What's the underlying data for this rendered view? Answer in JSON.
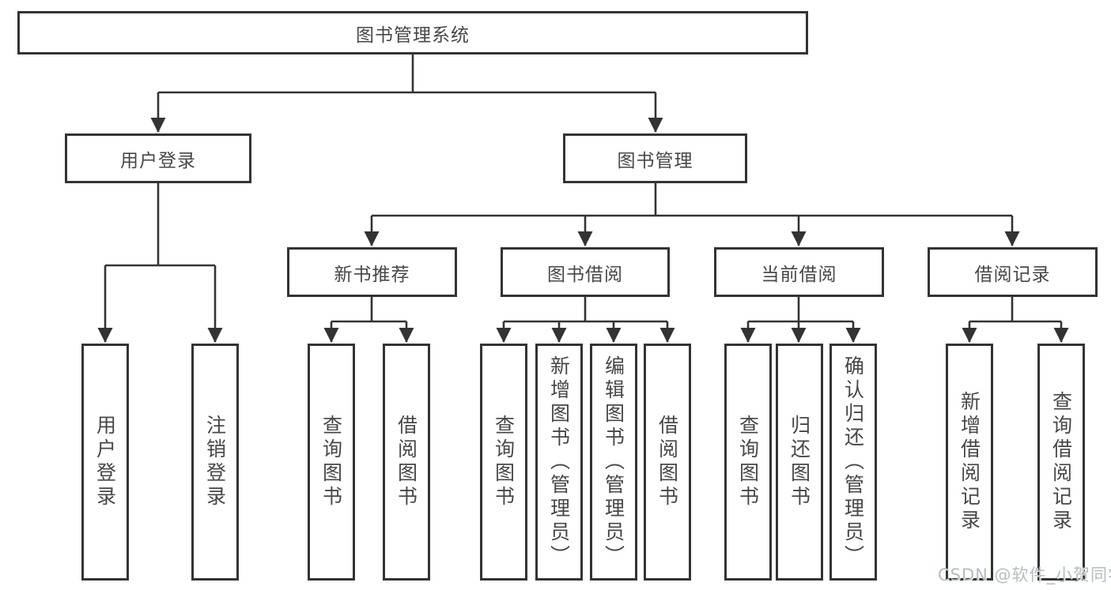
{
  "colors": {
    "line": "#333333",
    "box_border": "#333333",
    "text": "#474747",
    "watermark": "#b7bbc0",
    "background": "#ffffff"
  },
  "watermark": {
    "text": "CSDN @软件_小贺同学"
  },
  "diagram_type": "hierarchy-tree",
  "tree": {
    "label": "图书管理系统",
    "children": [
      {
        "label": "用户登录",
        "children": [
          {
            "label": "用户登录"
          },
          {
            "label": "注销登录"
          }
        ]
      },
      {
        "label": "图书管理",
        "children": [
          {
            "label": "新书推荐",
            "children": [
              {
                "label": "查询图书"
              },
              {
                "label": "借阅图书"
              }
            ]
          },
          {
            "label": "图书借阅",
            "children": [
              {
                "label": "查询图书"
              },
              {
                "label": "新增图书（管理员）"
              },
              {
                "label": "编辑图书（管理员）"
              },
              {
                "label": "借阅图书"
              }
            ]
          },
          {
            "label": "当前借阅",
            "children": [
              {
                "label": "查询图书"
              },
              {
                "label": "归还图书"
              },
              {
                "label": "确认归还（管理员）"
              }
            ]
          },
          {
            "label": "借阅记录",
            "children": [
              {
                "label": "新增借阅记录"
              },
              {
                "label": "查询借阅记录"
              }
            ]
          }
        ]
      }
    ]
  }
}
